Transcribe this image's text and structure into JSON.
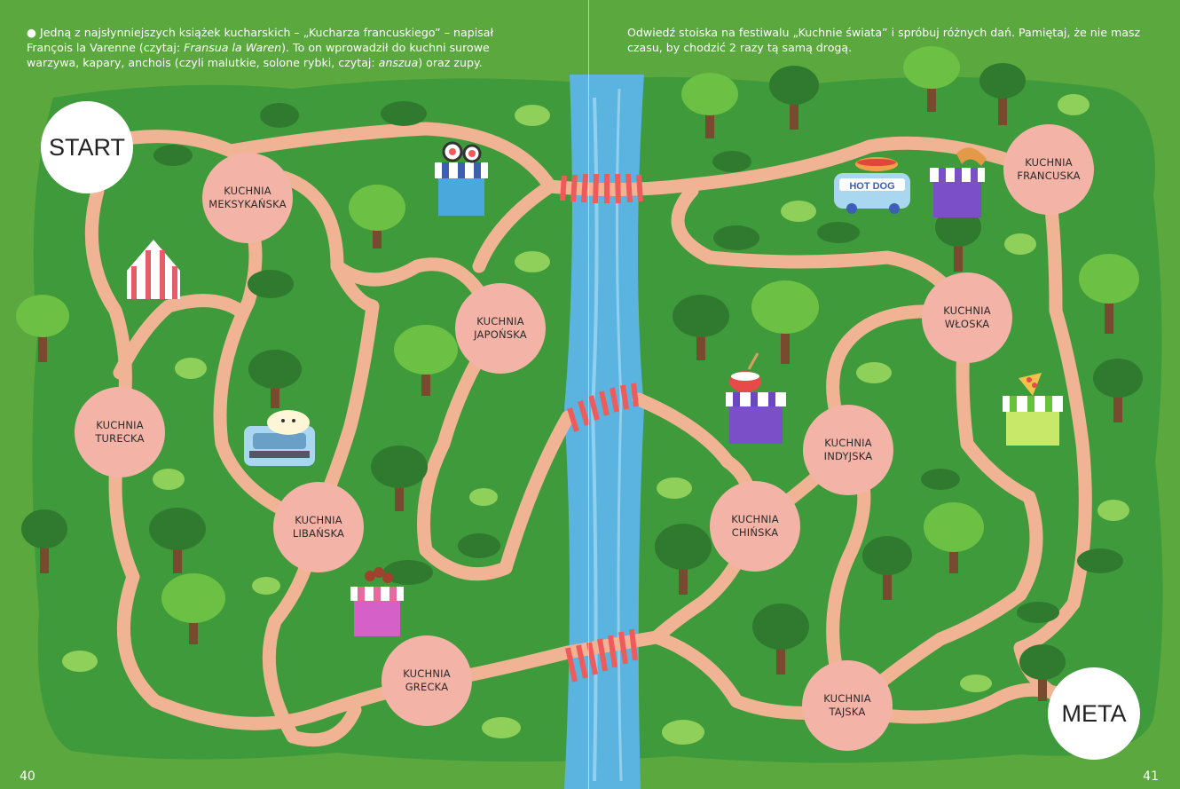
{
  "left_text": {
    "part1": "Jedną z najsłynniejszych książek kucharskich – „Kucharza francuskiego” – napisał François la Varenne (czytaj: ",
    "pron1": "Fransua la Waren",
    "part2": "). To on wprowadził do kuchni surowe warzywa, kapary, anchois (czyli malutkie, solone rybki, czytaj: ",
    "pron2": "anszua",
    "part3": ") oraz zupy."
  },
  "right_text": "Odwiedź stoiska na festiwalu „Kuchnie świata” i spróbuj różnych dań. Pamiętaj, że nie masz czasu, by chodzić 2 razy tą samą drogą.",
  "start_label": "START",
  "finish_label": "META",
  "stations": {
    "meksykanska": [
      "KUCHNIA",
      "MEKSYKAŃSKA"
    ],
    "turecka": [
      "KUCHNIA",
      "TURECKA"
    ],
    "libanska": [
      "KUCHNIA",
      "LIBAŃSKA"
    ],
    "japonska": [
      "KUCHNIA",
      "JAPOŃSKA"
    ],
    "grecka": [
      "KUCHNIA",
      "GRECKA"
    ],
    "francuska": [
      "KUCHNIA",
      "FRANCUSKA"
    ],
    "wloska": [
      "KUCHNIA",
      "WŁOSKA"
    ],
    "indyjska": [
      "KUCHNIA",
      "INDYJSKA"
    ],
    "chinska": [
      "KUCHNIA",
      "CHIŃSKA"
    ],
    "tajska": [
      "KUCHNIA",
      "TAJSKA"
    ]
  },
  "hotdog_sign": "HOT DOG",
  "page_left": "40",
  "page_right": "41",
  "colors": {
    "background": "#5aa83e",
    "meadow": "#3e9a3a",
    "path": "#f0b494",
    "river": "#5bb4e0",
    "bridge": "#ef5b5b",
    "station": "#f4b3a7"
  }
}
